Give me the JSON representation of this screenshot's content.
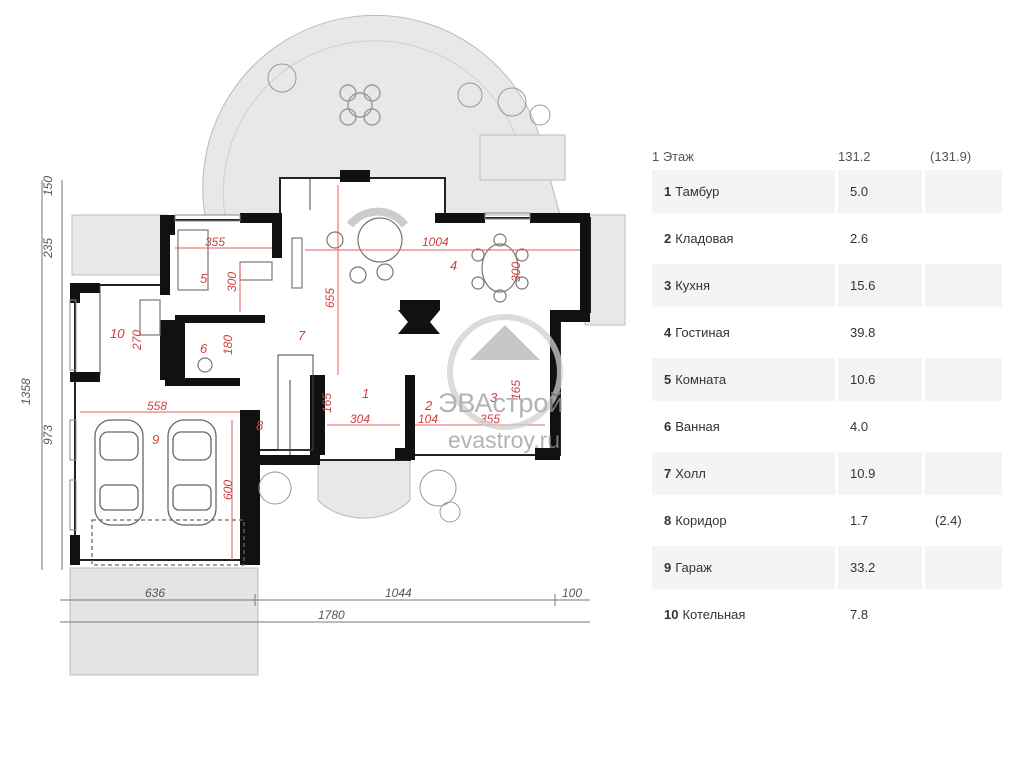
{
  "plan": {
    "dimensions": {
      "left_top": "150",
      "left_mid": "235",
      "left_total": "1358",
      "left_bottom": "973",
      "bottom_left": "636",
      "bottom_mid": "1044",
      "bottom_right": "100",
      "bottom_total": "1780"
    },
    "room_dims": {
      "kitchen_w": "355",
      "kitchen_h": "300",
      "living_w": "1004",
      "living_h": "300",
      "hall_h": "655",
      "boiler_h": "270",
      "bath_h": "180",
      "garage_w": "558",
      "garage_h": "600",
      "tambur_h": "165",
      "tambur_w": "304",
      "pantry_w": "104",
      "room3_w": "355",
      "room3_h": "165"
    },
    "room_numbers": [
      "1",
      "2",
      "3",
      "4",
      "5",
      "6",
      "7",
      "8",
      "9",
      "10"
    ],
    "watermark": {
      "brand": "ЭВАстрой",
      "site": "evastroy.ru"
    }
  },
  "table": {
    "header": {
      "floor": "1 Этаж",
      "area": "131.2",
      "area_alt": "(131.9)"
    },
    "rows": [
      {
        "num": "1",
        "name": "Тамбур",
        "area": "5.0",
        "alt": ""
      },
      {
        "num": "2",
        "name": "Кладовая",
        "area": "2.6",
        "alt": ""
      },
      {
        "num": "3",
        "name": "Кухня",
        "area": "15.6",
        "alt": ""
      },
      {
        "num": "4",
        "name": "Гостиная",
        "area": "39.8",
        "alt": ""
      },
      {
        "num": "5",
        "name": "Комната",
        "area": "10.6",
        "alt": ""
      },
      {
        "num": "6",
        "name": "Ванная",
        "area": "4.0",
        "alt": ""
      },
      {
        "num": "7",
        "name": "Холл",
        "area": "10.9",
        "alt": ""
      },
      {
        "num": "8",
        "name": "Коридор",
        "area": "1.7",
        "alt": "(2.4)"
      },
      {
        "num": "9",
        "name": "Гараж",
        "area": "33.2",
        "alt": ""
      },
      {
        "num": "10",
        "name": "Котельная",
        "area": "7.8",
        "alt": ""
      }
    ]
  }
}
